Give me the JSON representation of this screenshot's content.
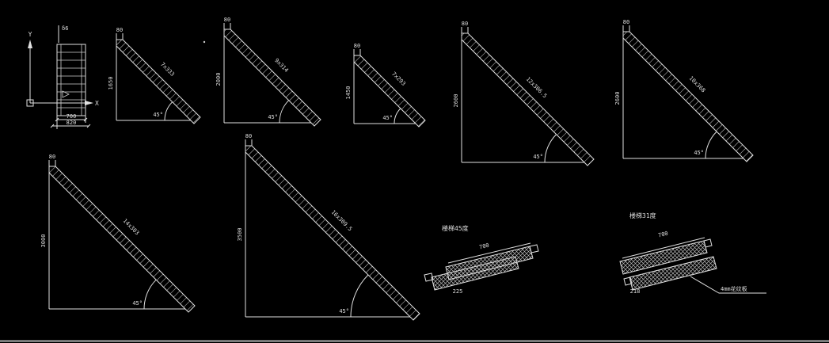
{
  "canvas": {
    "background": "#000000",
    "line_color": "#e0e0e0"
  },
  "axis_detail": {
    "thickness_label": "δ6",
    "y_axis_label": "Y",
    "x_axis_label": "X",
    "dim_inner": "700",
    "dim_outer": "820"
  },
  "triangles": [
    {
      "top_dim": "80",
      "height_dim": "1650",
      "tread_dim": "7x333",
      "angle": "45°"
    },
    {
      "top_dim": "80",
      "height_dim": "2000",
      "tread_dim": "9x314",
      "angle": "45°"
    },
    {
      "top_dim": "80",
      "height_dim": "1450",
      "tread_dim": "7x293",
      "angle": "45°"
    },
    {
      "top_dim": "80",
      "height_dim": "2600",
      "tread_dim": "12x306.5",
      "angle": "45°"
    },
    {
      "top_dim": "80",
      "height_dim": "2600",
      "tread_dim": "10x368",
      "angle": "45°"
    },
    {
      "top_dim": "80",
      "height_dim": "3000",
      "tread_dim": "14x303",
      "angle": "45°"
    },
    {
      "top_dim": "80",
      "height_dim": "3500",
      "tread_dim": "16x309.5",
      "angle": "45°"
    }
  ],
  "plans": [
    {
      "title": "楼梯45度",
      "width_dim": "700",
      "depth_dim": "225",
      "note": ""
    },
    {
      "title": "楼梯31度",
      "width_dim": "700",
      "depth_dim": "218",
      "note": "4mm花纹板"
    }
  ]
}
